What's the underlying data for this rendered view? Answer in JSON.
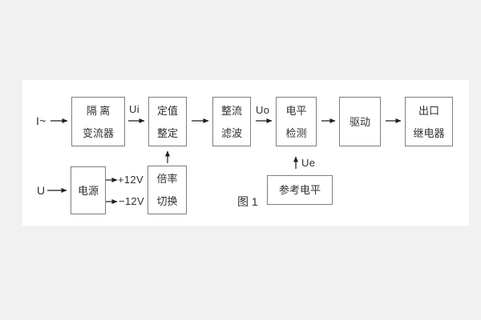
{
  "figure": {
    "caption": "图 1",
    "inputs": {
      "current_input": "I~",
      "voltage_input": "U"
    },
    "signal_labels": {
      "ui": "Ui",
      "uo": "Uo",
      "ue": "Ue",
      "plus_12v": "+12V",
      "minus_12v": "−12V"
    },
    "blocks": {
      "isolation_transformer": {
        "line1": "隔 离",
        "line2": "变流器"
      },
      "setting_adjust": {
        "line1": "定值",
        "line2": "整定"
      },
      "rectify_filter": {
        "line1": "整流",
        "line2": "滤波"
      },
      "level_detect": {
        "line1": "电平",
        "line2": "检测"
      },
      "drive": {
        "line1": "驱动"
      },
      "output_relay": {
        "line1": "出口",
        "line2": "继电器"
      },
      "power_supply": {
        "line1": "电源"
      },
      "ratio_switch": {
        "line1": "倍率",
        "line2": "切换"
      },
      "reference_level": {
        "line1": "参考电平"
      }
    },
    "colors": {
      "page_background": "#f1f1f1",
      "panel_background": "#ffffff",
      "box_border": "#7e7e7e",
      "text": "#2f2f2f",
      "arrow": "#1f1f1f"
    }
  }
}
